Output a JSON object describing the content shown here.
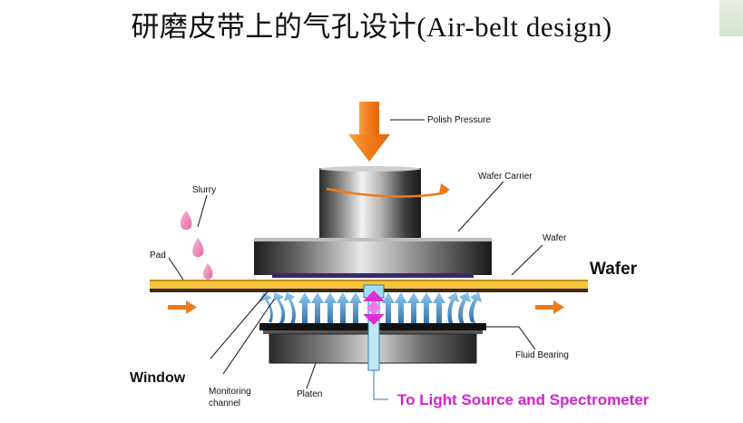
{
  "title": "研磨皮带上的气孔设计(Air-belt design)",
  "labels": {
    "polish_pressure": "Polish Pressure",
    "wafer_carrier": "Wafer Carrier",
    "slurry": "Slurry",
    "wafer_small": "Wafer",
    "pad": "Pad",
    "wafer_big": "Wafer",
    "fluid_bearing": "Fluid Bearing",
    "window": "Window",
    "monitoring_line1": "Monitoring",
    "monitoring_line2": "channel",
    "platen": "Platen",
    "light_source": "To Light Source and Spectrometer"
  },
  "colors": {
    "pressure_arrow": "#f07a1a",
    "belt": "#f3c43a",
    "airflow": "#4f9ed6",
    "signal": "#e32ad9",
    "light_text": "#d61fd0"
  }
}
